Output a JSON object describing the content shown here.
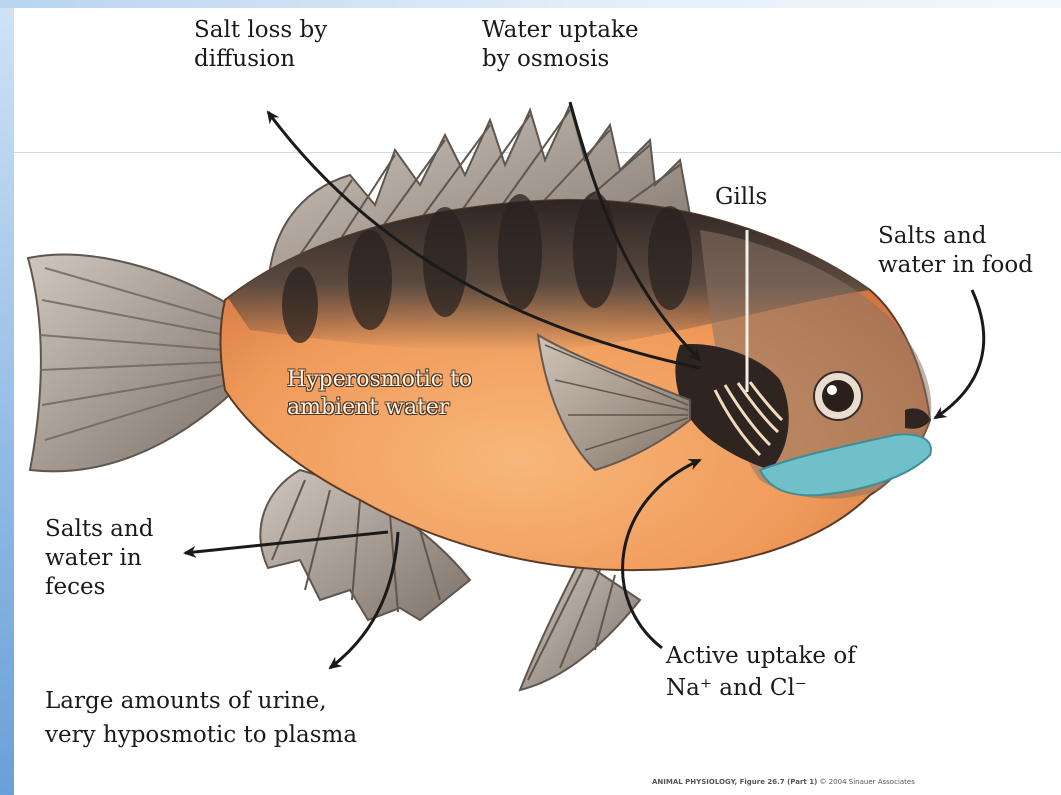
{
  "labels": {
    "salt_loss": [
      "Salt loss by",
      "diffusion"
    ],
    "water_uptake": [
      "Water uptake",
      "by osmosis"
    ],
    "gills": "Gills",
    "salts_food": [
      "Salts and",
      "water in food"
    ],
    "hyperosmotic": [
      "Hyperosmotic to",
      "ambient water"
    ],
    "salts_feces": [
      "Salts and",
      "water in",
      "feces"
    ],
    "urine": [
      "Large amounts of urine,",
      "very hyposmotic to plasma"
    ],
    "active_uptake": [
      "Active uptake of",
      "Na⁺ and Cl⁻"
    ]
  },
  "credit": {
    "figure": "ANIMAL PHYSIOLOGY, Figure 26.7 (Part 1)",
    "copyright": "© 2004 Sinauer Associates"
  },
  "colors": {
    "fish_belly": "#f0a060",
    "fish_back": "#3a302b",
    "fin": "#a89d94",
    "blue_jaw": "#6fc0c8",
    "arrow": "#1a1a1a"
  }
}
